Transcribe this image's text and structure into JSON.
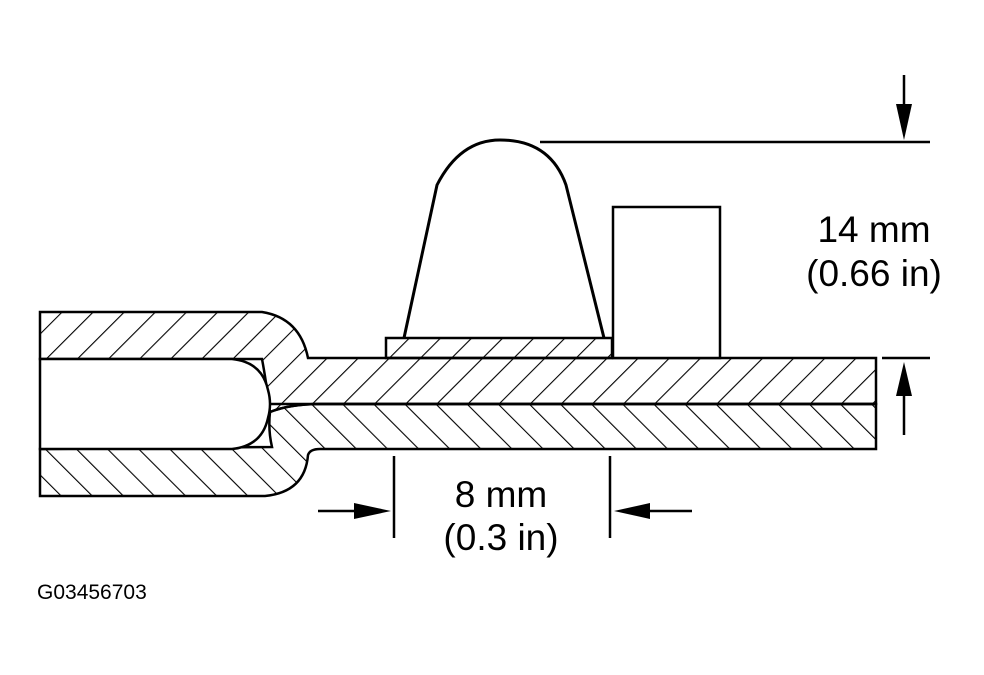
{
  "diagram": {
    "height_dimension": {
      "metric": "14 mm",
      "imperial": "(0.66 in)"
    },
    "width_dimension": {
      "metric": "8 mm",
      "imperial": "(0.3 in)"
    },
    "reference_code": "G03456703"
  },
  "colors": {
    "line": "#000000",
    "background": "#ffffff"
  }
}
